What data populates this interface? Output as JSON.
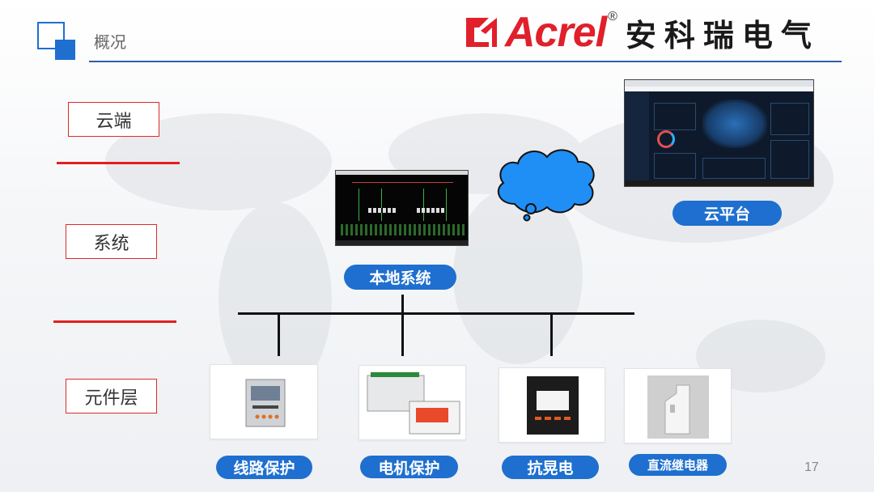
{
  "header": {
    "title": "概况",
    "brand_name": "Acrel",
    "brand_registered": "®",
    "brand_cn": "安科瑞电气"
  },
  "layers": {
    "cloud": "云端",
    "system": "系统",
    "component": "元件层"
  },
  "nodes": {
    "cloud_platform": "云平台",
    "local_system": "本地系统"
  },
  "devices": [
    {
      "label": "线路保护"
    },
    {
      "label": "电机保护"
    },
    {
      "label": "抗晃电"
    },
    {
      "label": "直流继电器"
    }
  ],
  "page_number": "17",
  "colors": {
    "accent_blue": "#1e6fcf",
    "brand_red": "#e0202a",
    "cloud_blue": "#1f8ff5",
    "layer_red": "#e02020"
  }
}
